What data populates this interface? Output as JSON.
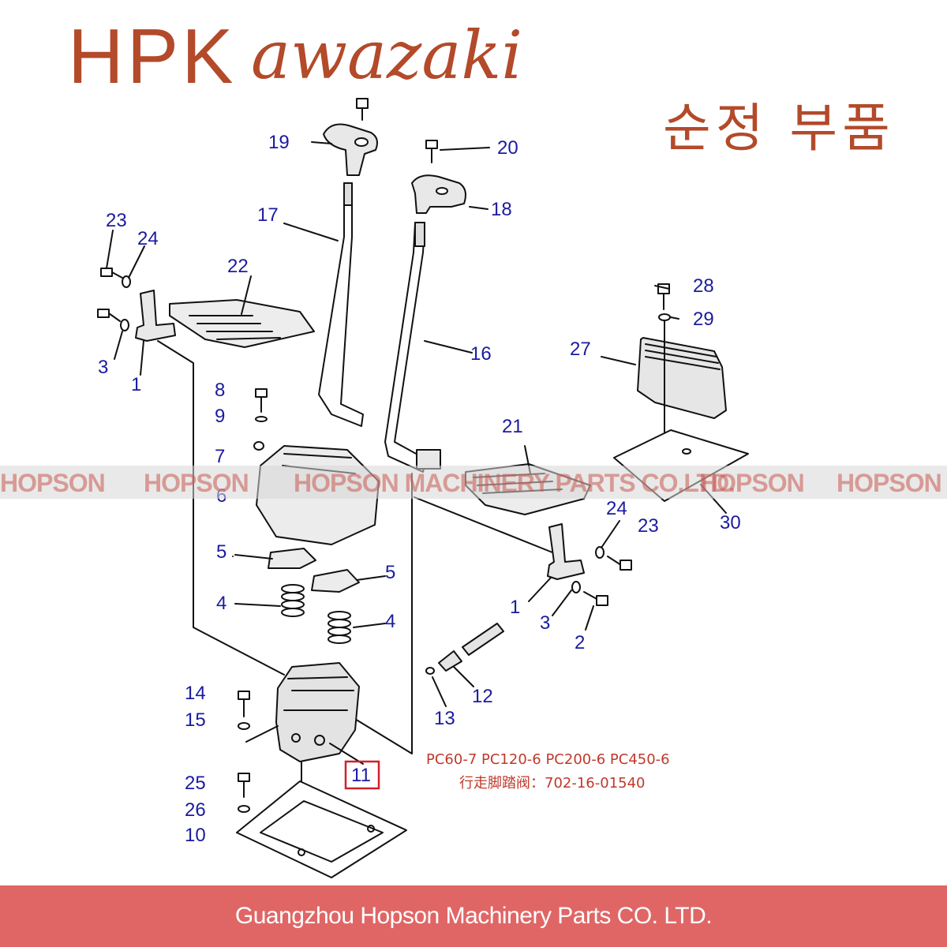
{
  "brand": {
    "hpk": "HPK",
    "kawazaki": "awazaki",
    "korean": "순정 부품"
  },
  "watermark": {
    "items": [
      "HOPSON",
      "HOPSON",
      "HOPSON MACHINERY PARTS CO.LTD.",
      "HOPSON",
      "HOPSON"
    ]
  },
  "note": {
    "models": "PC60-7 PC120-6 PC200-6 PC450-6",
    "part": "行走脚踏阀：702-16-01540"
  },
  "footer": {
    "company": "Guangzhou Hopson Machinery Parts CO. LTD."
  },
  "callouts": {
    "c19": "19",
    "c20": "20",
    "c17": "17",
    "c18": "18",
    "c23a": "23",
    "c24a": "24",
    "c22": "22",
    "c3a": "3",
    "c1a": "1",
    "c16": "16",
    "c28": "28",
    "c29": "29",
    "c27": "27",
    "c8": "8",
    "c9": "9",
    "c7": "7",
    "c6": "6",
    "c21": "21",
    "c30": "30",
    "c24b": "24",
    "c23b": "23",
    "c5a": "5",
    "c5b": "5",
    "c4a": "4",
    "c4b": "4",
    "c1b": "1",
    "c3b": "3",
    "c2": "2",
    "c12": "12",
    "c13": "13",
    "c14": "14",
    "c15": "15",
    "c11": "11",
    "c25": "25",
    "c26": "26",
    "c10": "10"
  },
  "colors": {
    "brand": "#b34a2a",
    "callout": "#1b1ba0",
    "footer_bg": "#e06666",
    "highlight_box": "#d0202a"
  }
}
